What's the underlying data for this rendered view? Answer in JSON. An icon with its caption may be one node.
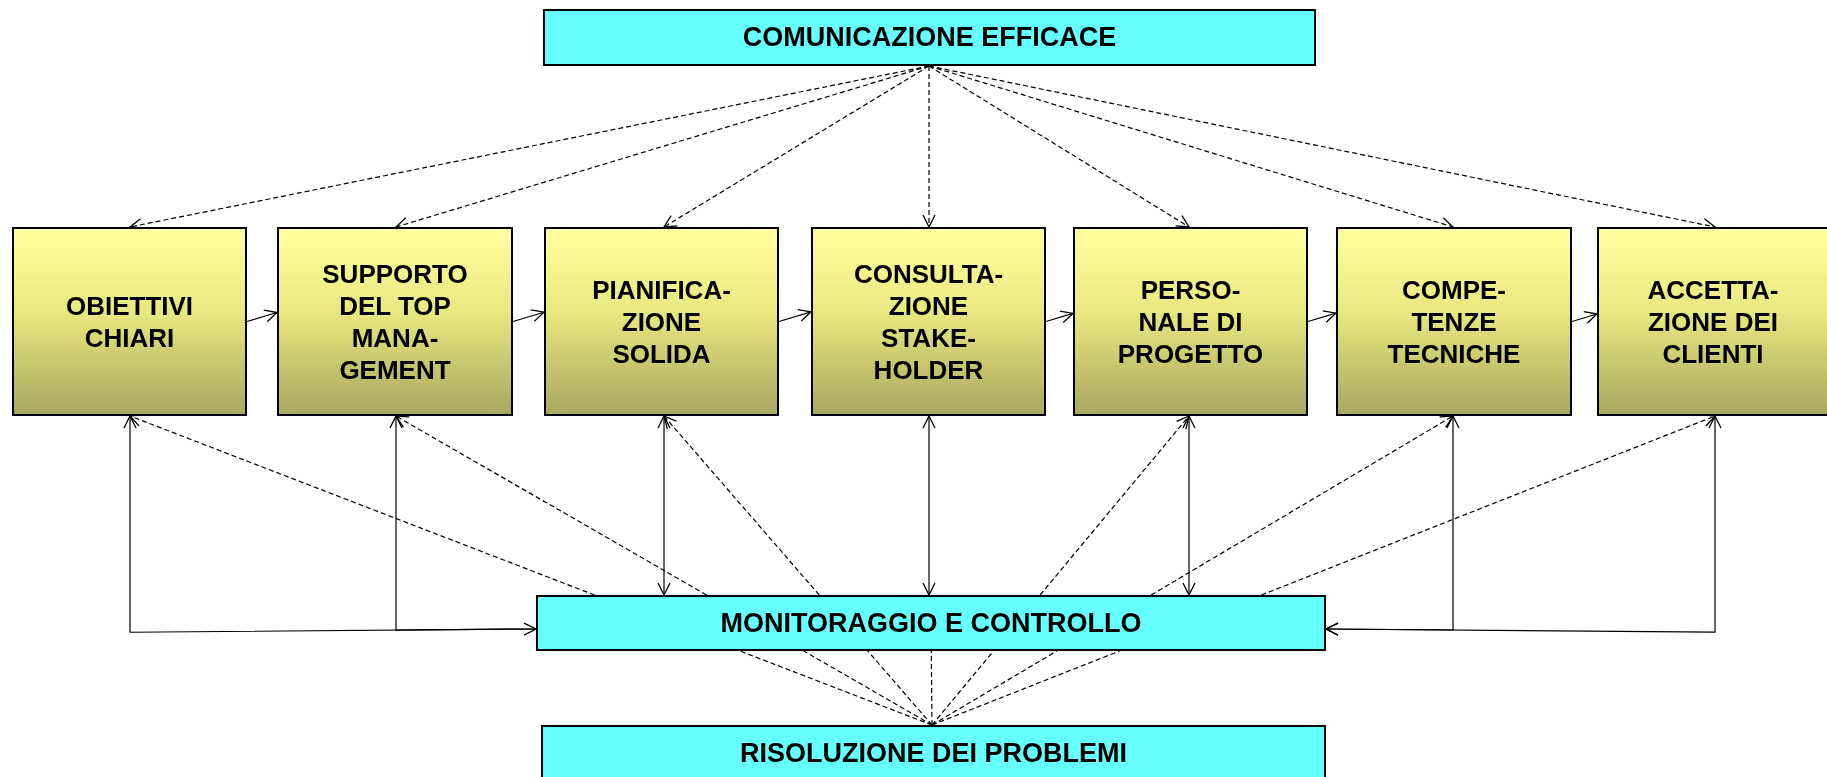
{
  "diagram": {
    "nodes": [
      {
        "text": [
          "COMUNICAZIONE EFFICACE"
        ]
      },
      {
        "text": [
          "OBIETTIVI CHIARI"
        ]
      },
      {
        "text": [
          "SUPPORTO DEL TOP MANA- GEMENT"
        ]
      },
      {
        "text": [
          "PIANIFICA- ZIONE SOLIDA"
        ]
      },
      {
        "text": [
          "CONSULTA- ZIONE STAKE- HOLDER"
        ]
      },
      {
        "text": [
          "PERSO- NALE DI PROGETTO"
        ]
      },
      {
        "text": [
          "COMPE- TENZE TECNICHE"
        ]
      },
      {
        "text": [
          "ACCETTA- ZIONE DEI CLIENTI"
        ]
      },
      {
        "text": [
          "MONITORAGGIO E CONTROLLO"
        ]
      },
      {
        "text": [
          "RISOLUZIONE DEI PROBLEMI"
        ]
      }
    ],
    "edges": [
      {
        "from": 0,
        "to": 1,
        "arrow": "to",
        "style": "dashed"
      },
      {
        "from": 0,
        "to": 2,
        "arrow": "to",
        "style": "dashed"
      },
      {
        "from": 0,
        "to": 3,
        "arrow": "to",
        "style": "dashed"
      },
      {
        "from": 0,
        "to": 4,
        "arrow": "to",
        "style": "dashed"
      },
      {
        "from": 0,
        "to": 5,
        "arrow": "to",
        "style": "dashed"
      },
      {
        "from": 0,
        "to": 6,
        "arrow": "to",
        "style": "dashed"
      },
      {
        "from": 0,
        "to": 7,
        "arrow": "to",
        "style": "dashed"
      },
      {
        "from": 1,
        "to": 2,
        "arrow": "to"
      },
      {
        "from": 2,
        "to": 3,
        "arrow": "to"
      },
      {
        "from": 3,
        "to": 4,
        "arrow": "to"
      },
      {
        "from": 4,
        "to": 5,
        "arrow": "to"
      },
      {
        "from": 5,
        "to": 6,
        "arrow": "to"
      },
      {
        "from": 6,
        "to": 7,
        "arrow": "to"
      },
      {
        "from": 8,
        "to": 1,
        "arrow": "to"
      },
      {
        "from": 8,
        "to": 2,
        "arrow": "both"
      },
      {
        "from": 8,
        "to": 3,
        "arrow": "both"
      },
      {
        "from": 8,
        "to": 4,
        "arrow": "both"
      },
      {
        "from": 8,
        "to": 5,
        "arrow": "both"
      },
      {
        "from": 8,
        "to": 6,
        "arrow": "both"
      },
      {
        "from": 8,
        "to": 7,
        "arrow": "both"
      },
      {
        "from": 8,
        "to": 1,
        "arrow": "to",
        "style": "dashed"
      },
      {
        "from": 8,
        "to": 2,
        "arrow": "to",
        "style": "dashed"
      },
      {
        "from": 8,
        "to": 3,
        "arrow": "to",
        "style": "dashed"
      },
      {
        "from": 8,
        "to": 5,
        "arrow": "to",
        "style": "dashed"
      },
      {
        "from": 8,
        "to": 6,
        "arrow": "to",
        "style": "dashed"
      },
      {
        "from": 8,
        "to": 7,
        "arrow": "to",
        "style": "dashed"
      },
      {
        "from": 9,
        "to": 8,
        "arrow": "none",
        "style": "dashed"
      },
      {
        "from": 9,
        "to": 8,
        "arrow": "none",
        "style": "dashed"
      },
      {
        "from": 9,
        "to": 8,
        "arrow": "none",
        "style": "dashed"
      },
      {
        "from": 9,
        "to": 8,
        "arrow": "none",
        "style": "dashed"
      },
      {
        "from": 9,
        "to": 8,
        "arrow": "none",
        "style": "dashed"
      },
      {
        "from": 9,
        "to": 8,
        "arrow": "none",
        "style": "dashed"
      },
      {
        "from": 9,
        "to": 8,
        "arrow": "none",
        "style": "dashed"
      }
    ]
  }
}
